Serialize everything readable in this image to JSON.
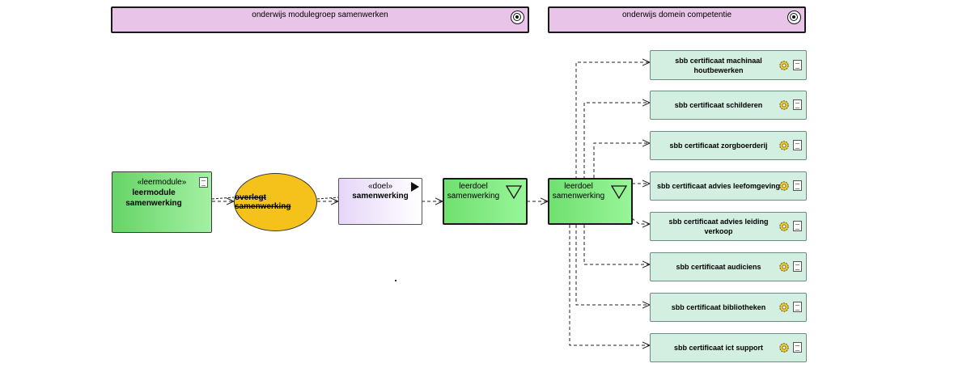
{
  "groups": [
    {
      "label": "onderwijs modulegroep samenwerken"
    },
    {
      "label": "onderwijs domein competentie"
    }
  ],
  "module": {
    "stereotype": "«leermodule»",
    "name": "leermodule samenwerking"
  },
  "ellipse": {
    "label": "overlegt samenwerking"
  },
  "doel": {
    "stereotype": "«doel»",
    "name": "samenwerking"
  },
  "leerdoelen": [
    {
      "label": "leerdoel samenwerking"
    },
    {
      "label": "leerdoel samenwerking"
    }
  ],
  "certificates": [
    {
      "label": "sbb certificaat machinaal houtbewerken"
    },
    {
      "label": "sbb certificaat schilderen"
    },
    {
      "label": "sbb certificaat zorgboerderij"
    },
    {
      "label": "sbb certificaat advies leefomgeving"
    },
    {
      "label": "sbb certificaat advies leiding verkoop"
    },
    {
      "label": "sbb certificaat audiciens"
    },
    {
      "label": "sbb certificaat bibliotheken"
    },
    {
      "label": "sbb certificaat ict support"
    }
  ],
  "colors": {
    "group_fill": "#e8c4e8",
    "module_fill": "#66d466",
    "ellipse_fill": "#f5c21b",
    "doel_fill": "#e6d6f8",
    "leerdoel_fill": "#6fe06f",
    "certificate_fill": "#d2efe2"
  },
  "icons": [
    "target-icon",
    "document-icon",
    "gear-icon",
    "flag-icon",
    "triangle-down-icon"
  ]
}
